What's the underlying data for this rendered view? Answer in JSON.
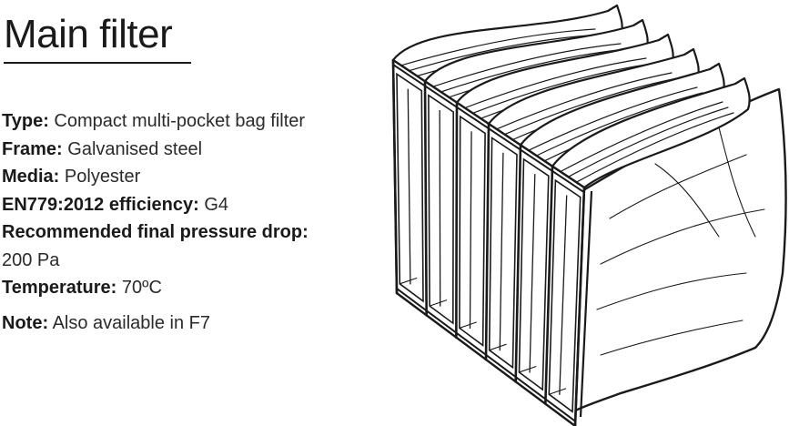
{
  "heading": {
    "title": "Main filter"
  },
  "specs": {
    "type": {
      "label": "Type:",
      "value": "Compact multi-pocket bag filter"
    },
    "frame": {
      "label": "Frame:",
      "value": "Galvanised steel"
    },
    "media": {
      "label": "Media:",
      "value": "Polyester"
    },
    "efficiency": {
      "label": "EN779:2012 efficiency:",
      "value": "G4"
    },
    "pressure": {
      "label": "Recommended final pressure drop:",
      "value": "200 Pa"
    },
    "temperature": {
      "label": "Temperature:",
      "value": "70ºC"
    }
  },
  "note": {
    "label": "Note:",
    "value": "Also available in F7"
  },
  "illustration": {
    "icon": "bag-filter-illustration",
    "pockets": 6,
    "stroke_color": "#1a1a1a",
    "fill_color": "#ffffff"
  }
}
